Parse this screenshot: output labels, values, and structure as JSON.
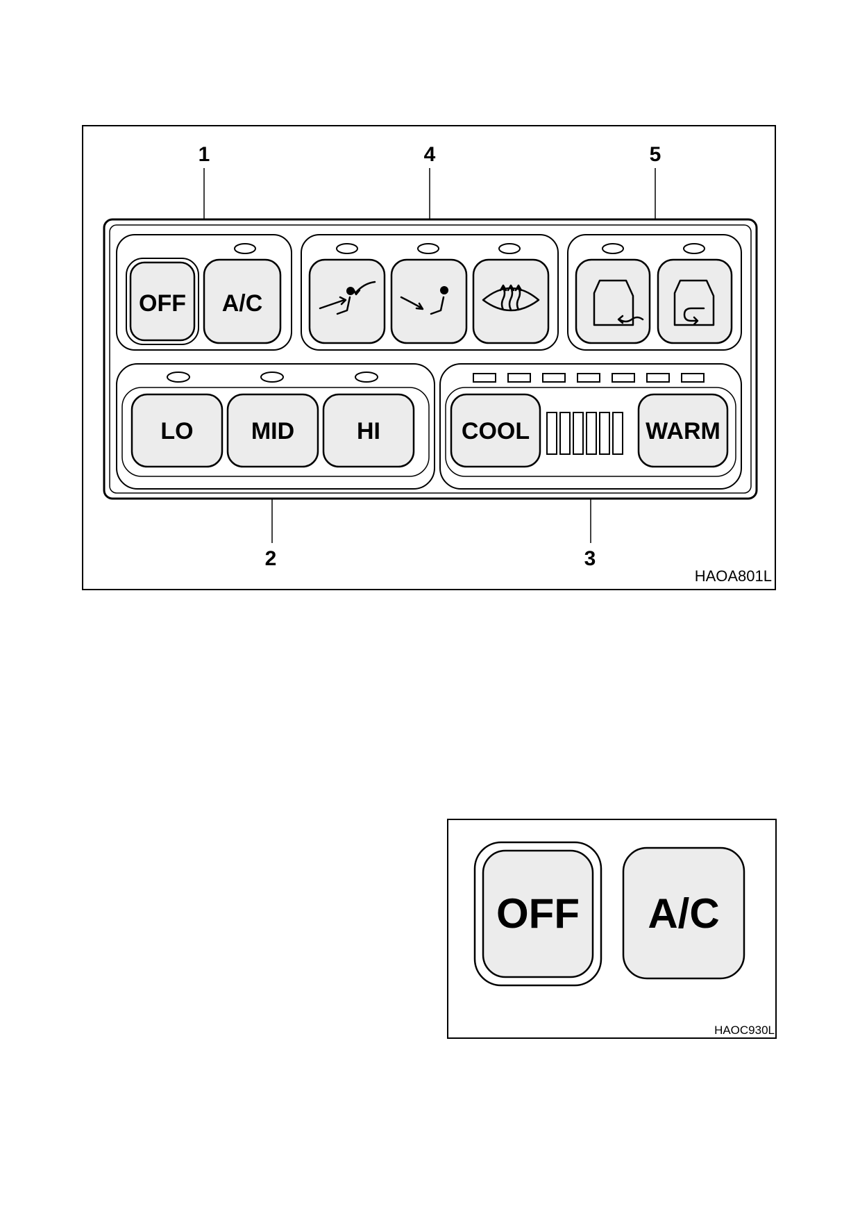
{
  "figure1": {
    "callouts": [
      "1",
      "4",
      "5",
      "2",
      "3"
    ],
    "code": "HAOA801L",
    "buttons": {
      "off": "OFF",
      "ac": "A/C",
      "lo": "LO",
      "mid": "MID",
      "hi": "HI",
      "cool": "COOL",
      "warm": "WARM"
    },
    "icons": [
      "face-vent-icon",
      "foot-vent-icon",
      "defrost-icon",
      "fresh-air-icon",
      "recirculate-air-icon"
    ]
  },
  "figure2": {
    "buttons": {
      "off": "OFF",
      "ac": "A/C"
    },
    "code": "HAOC930L"
  }
}
